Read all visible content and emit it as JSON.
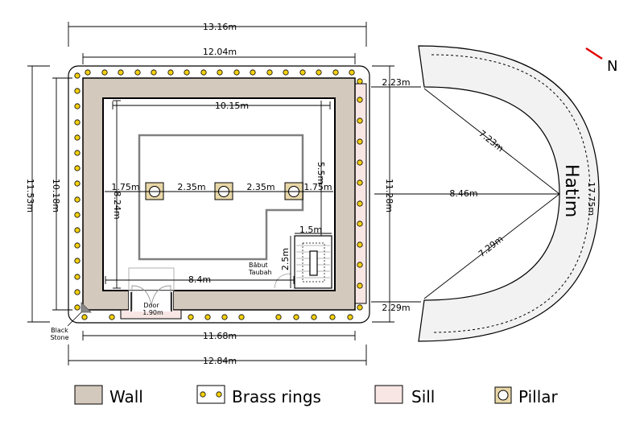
{
  "colors": {
    "wall": "#d4c9bd",
    "sill": "#f7e6e4",
    "pillar": "#e8d7a8",
    "ring": "#f2cf10",
    "hatim": "#f2f2f2",
    "interior_outline": "#808080",
    "north_arrow": "#e00000"
  },
  "compass": {
    "label": "N"
  },
  "hatim": {
    "label": "Hatim"
  },
  "dimensions": {
    "outer_top_length": "13.16m",
    "inner_top_length": "12.04m",
    "interior_width": "10.15m",
    "outer_left_height": "11.53m",
    "inner_left_height": "10.18m",
    "right_height": "11.28m",
    "pillar_gap_left": "1.75m",
    "pillar_gap_1": "2.35m",
    "pillar_gap_2": "2.35m",
    "pillar_gap_right": "1.75m",
    "interior_depth": "8.24m",
    "interior_inner_height": "5.5m",
    "stair_width": "1.5m",
    "stair_height": "2.5m",
    "floor_length": "8.4m",
    "bottom_inner_length": "11.68m",
    "bottom_outer_length": "12.84m",
    "hatim_top_gap": "2.23m",
    "hatim_bottom_gap": "2.29m",
    "hatim_radius_top": "7.23m",
    "hatim_radius_bottom": "7.29m",
    "hatim_center_distance": "8.46m",
    "hatim_span": "17.75m",
    "door_width": "1.90m"
  },
  "labels": {
    "door": "Door",
    "babut_line1": "Bābut",
    "babut_line2": "Taubah",
    "black_stone_line1": "Black",
    "black_stone_line2": "Stone"
  },
  "legend": [
    {
      "key": "wall",
      "label": "Wall"
    },
    {
      "key": "rings",
      "label": "Brass rings"
    },
    {
      "key": "sill",
      "label": "Sill"
    },
    {
      "key": "pillar",
      "label": "Pillar"
    }
  ]
}
